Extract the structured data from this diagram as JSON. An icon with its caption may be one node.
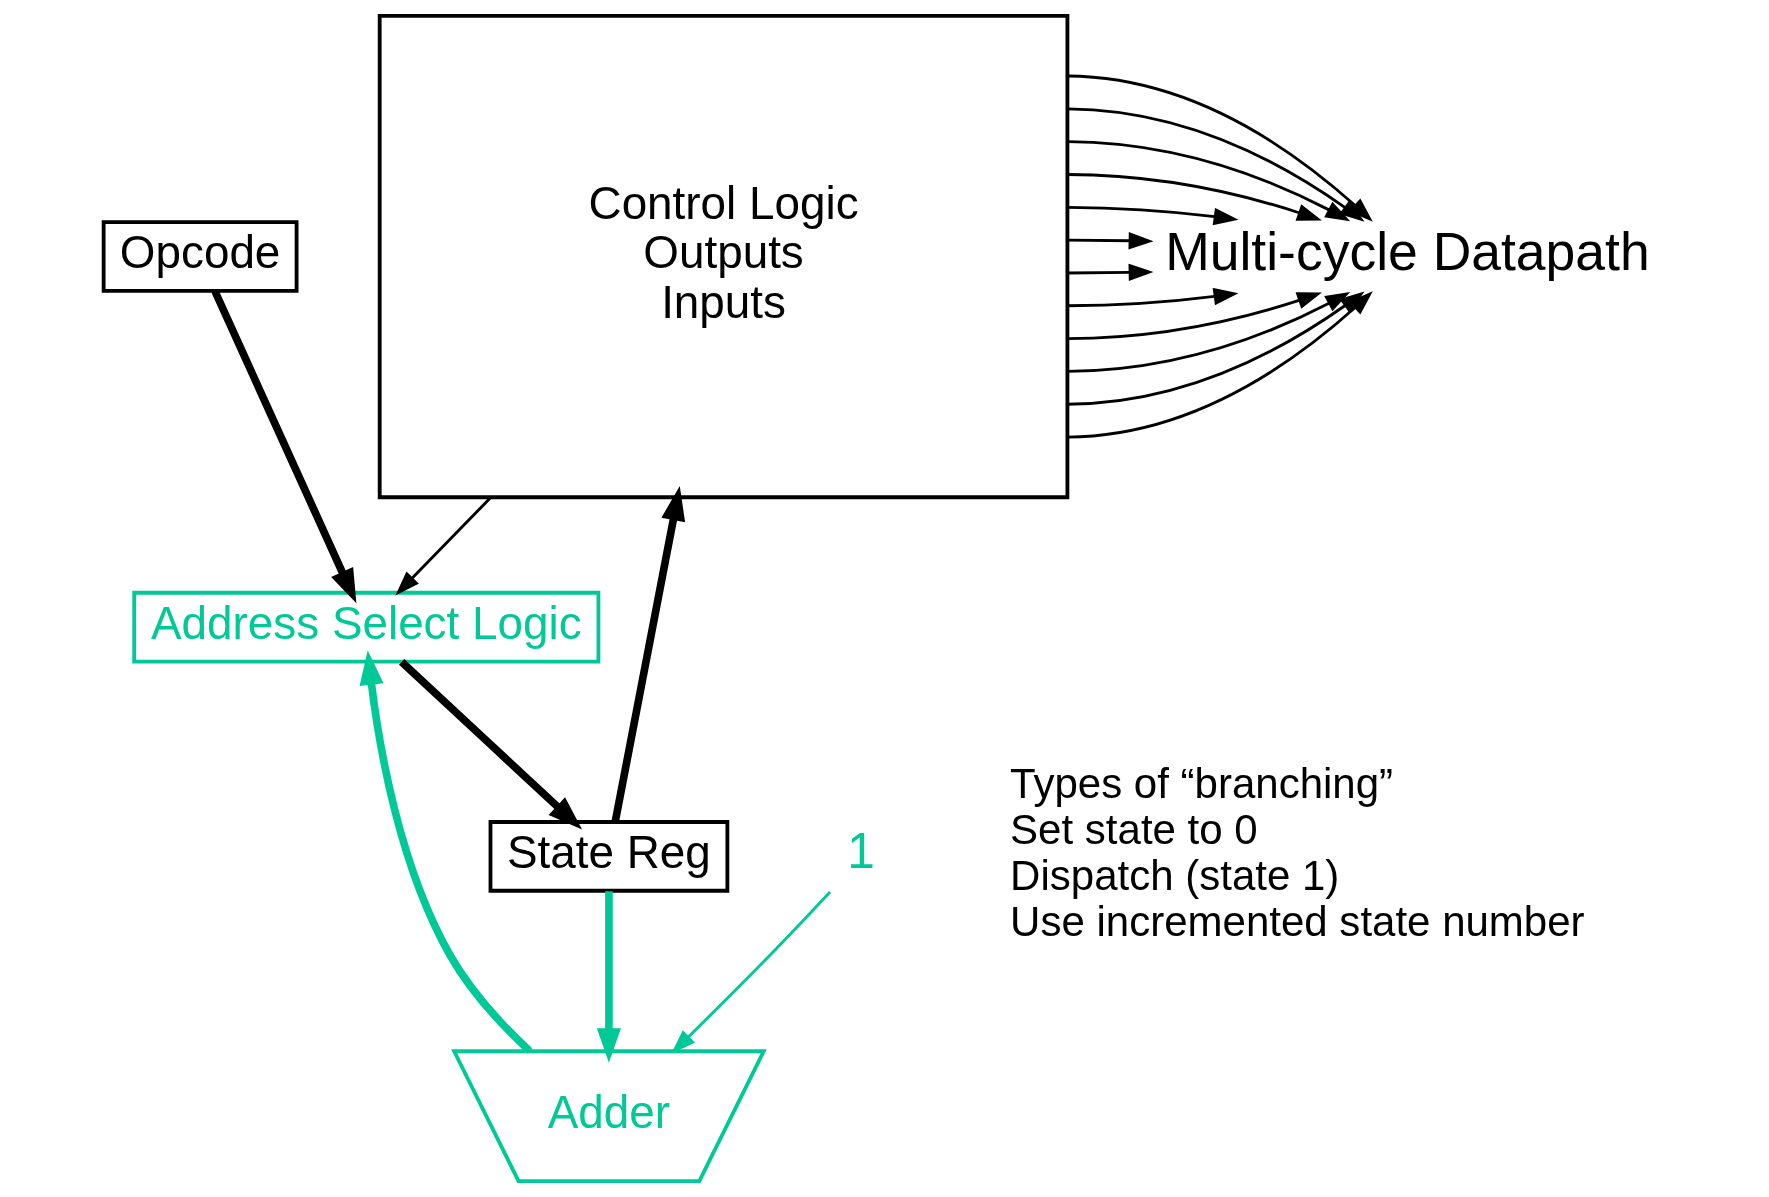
{
  "diagram": {
    "nodes": [
      {
        "text": [
          "Control Logic",
          "Outputs",
          "Inputs"
        ]
      },
      {
        "text": [
          "Multi-cycle Datapath"
        ]
      },
      {
        "text": [
          "1"
        ]
      },
      {
        "text": [
          "Adder"
        ]
      },
      {
        "text": [
          "State Reg"
        ]
      },
      {
        "text": [
          "Address Select Logic"
        ]
      },
      {
        "text": [
          "Opcode"
        ]
      }
    ],
    "edges": [
      {
        "from": 0,
        "to": 1,
        "arrow": "to"
      },
      {
        "from": 0,
        "to": 1,
        "arrow": "to"
      },
      {
        "from": 0,
        "to": 1,
        "arrow": "to"
      },
      {
        "from": 0,
        "to": 1,
        "arrow": "to"
      },
      {
        "from": 0,
        "to": 1,
        "arrow": "to"
      },
      {
        "from": 0,
        "to": 1,
        "arrow": "to"
      },
      {
        "from": 0,
        "to": 1,
        "arrow": "to"
      },
      {
        "from": 0,
        "to": 1,
        "arrow": "to"
      },
      {
        "from": 0,
        "to": 1,
        "arrow": "to"
      },
      {
        "from": 0,
        "to": 1,
        "arrow": "to"
      },
      {
        "from": 0,
        "to": 1,
        "arrow": "to"
      },
      {
        "from": 0,
        "to": 1,
        "arrow": "to"
      },
      {
        "from": 0,
        "to": 5,
        "arrow": "to"
      },
      {
        "from": 4,
        "to": 0,
        "arrow": "to",
        "style": "thick"
      },
      {
        "from": 4,
        "to": 3,
        "arrow": "to",
        "style": "thick",
        "color": "#00c896"
      },
      {
        "from": 2,
        "to": 3,
        "arrow": "to",
        "color": "#00c896"
      },
      {
        "from": 3,
        "to": 5,
        "arrow": "to",
        "style": "thick",
        "color": "#00c896"
      },
      {
        "from": 5,
        "to": 4,
        "arrow": "to",
        "style": "thick"
      },
      {
        "from": 6,
        "to": 5,
        "arrow": "to",
        "style": "thick"
      }
    ],
    "labels": [
      "Types of “branching”",
      "Set state to 0",
      "Dispatch (state 1)",
      "Use incremented state number"
    ]
  }
}
